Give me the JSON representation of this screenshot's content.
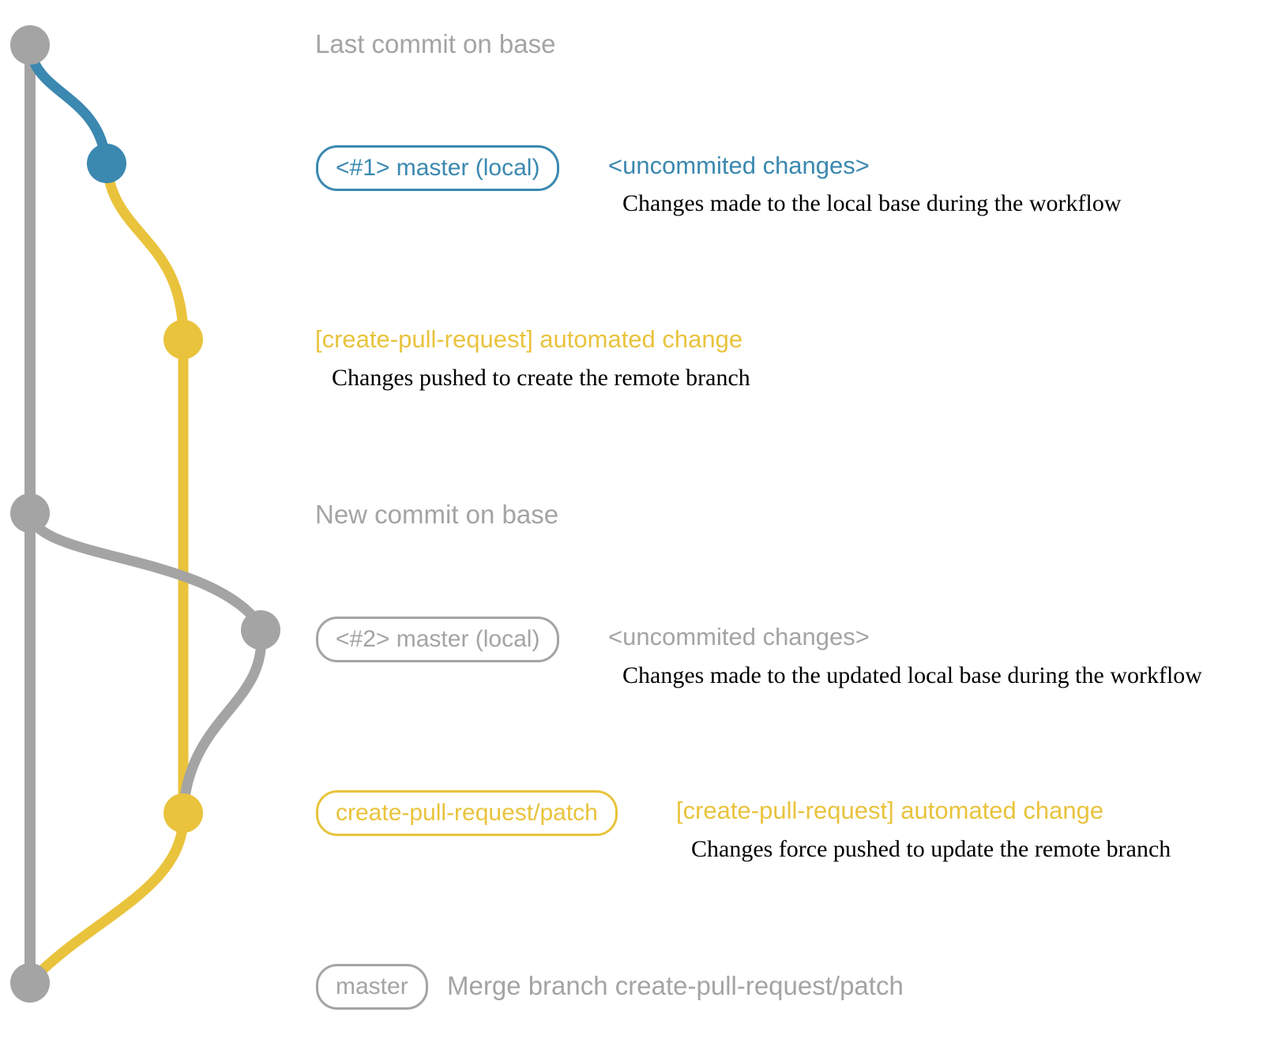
{
  "colors": {
    "gray": "#a4a4a4",
    "blue": "#3b88b0",
    "yellow": "#e9c33c",
    "dark": "#000000"
  },
  "labels": {
    "last_commit": "Last commit on base",
    "new_commit": "New commit on base"
  },
  "rows": {
    "r1": {
      "badge": "<#1> master (local)",
      "title": "<uncommited changes>",
      "subtitle": "Changes made to the local base during the workflow"
    },
    "r2": {
      "title": "[create-pull-request] automated change",
      "subtitle": "Changes pushed to create the remote branch"
    },
    "r3": {
      "badge": "<#2> master (local)",
      "title": "<uncommited changes>",
      "subtitle": "Changes made to the updated local base during the workflow"
    },
    "r4": {
      "badge": "create-pull-request/patch",
      "title": "[create-pull-request] automated change",
      "subtitle": "Changes force pushed to update the remote branch"
    },
    "r5": {
      "badge": "master",
      "title": "Merge branch create-pull-request/patch"
    }
  }
}
